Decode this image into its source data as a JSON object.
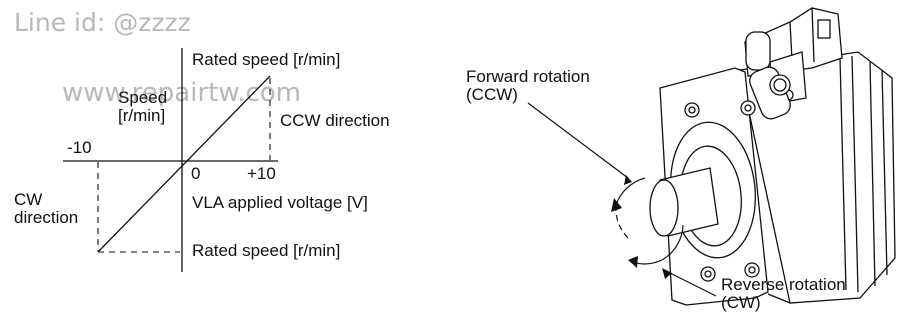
{
  "watermark": {
    "line_id": "Line id:     @zzzz",
    "url": "www.repairtw.com"
  },
  "graph": {
    "y_axis_label": "Speed\n[r/min]",
    "top_label": "Rated speed [r/min]",
    "bottom_label": "Rated speed [r/min]",
    "ccw_label": "CCW direction",
    "cw_label": "CW\ndirection",
    "x_min_tick": "-10",
    "origin_tick": "0",
    "x_max_tick": "+10",
    "x_axis_label": "VLA applied voltage [V]"
  },
  "motor": {
    "forward_label": "Forward rotation\n(CCW)",
    "reverse_label": "Reverse rotation\n(CW)"
  }
}
